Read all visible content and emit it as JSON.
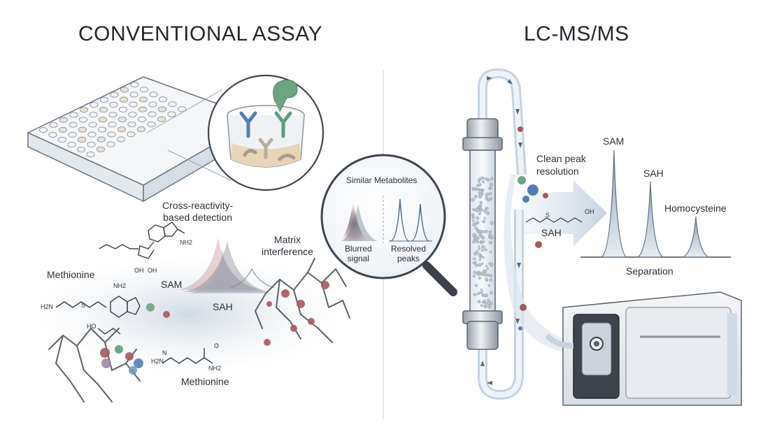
{
  "left": {
    "title": "CONVENTIONAL ASSAY",
    "cross_reactivity": "Cross-reactivity-\nbased detection",
    "matrix_interference": "Matrix\ninterference",
    "sam": "SAM",
    "sah": "SAH",
    "methionine_left": "Methionine",
    "methionine_bottom": "Methionine",
    "chem": {
      "nh2_top": "NH2",
      "oh_a": "OH",
      "oh_b": "OH",
      "nh2_mid": "NH2",
      "h2n_left": "H2N",
      "s_left": "S",
      "ho": "HO",
      "n_bottom": "N",
      "o_bottom": "O",
      "nh2_bottom": "NH2",
      "h2n_bottom": "H2N"
    }
  },
  "lens": {
    "title": "Similar Metabolites",
    "blurred": "Blurred\nsignal",
    "resolved": "Resolved\npeaks"
  },
  "right": {
    "title": "LC-MS/MS",
    "clean_peak": "Clean peak\nresolution",
    "sah_arrow": "SAH",
    "chem_oh": "OH",
    "chem_s": "S",
    "peaks": [
      "SAM",
      "SAH",
      "Homocysteine"
    ],
    "separation": "Separation"
  },
  "colors": {
    "line": "#3a3f47",
    "tube": "#c9d6e3",
    "accent_blue": "#4f7fb6",
    "accent_green": "#5f9d7c",
    "molecule_red": "#a4595e"
  }
}
